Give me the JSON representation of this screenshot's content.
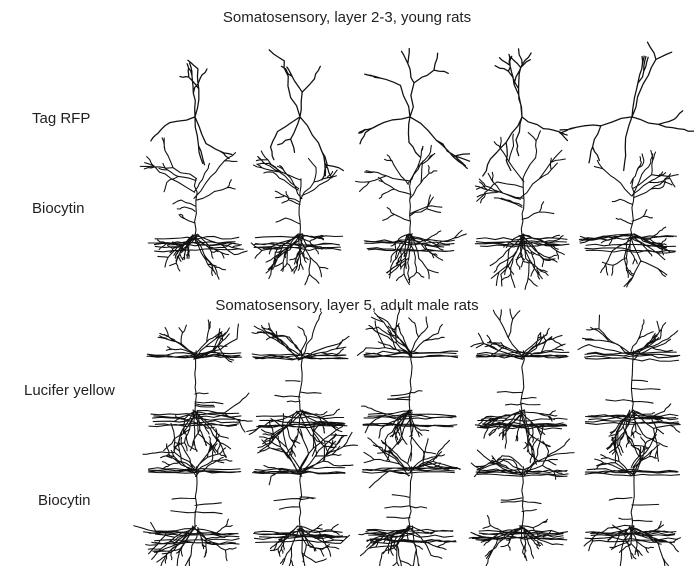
{
  "figure": {
    "sections": [
      {
        "title": "Somatosensory, layer 2-3, young rats",
        "rows": [
          {
            "label": "Tag RFP",
            "style": "sparse",
            "count": 5
          },
          {
            "label": "Biocytin",
            "style": "pyramidal-small",
            "count": 5
          }
        ]
      },
      {
        "title": "Somatosensory, layer 5, adult male rats",
        "rows": [
          {
            "label": "Lucifer yellow",
            "style": "pyramidal-tall",
            "count": 5
          },
          {
            "label": "Biocytin",
            "style": "pyramidal-tall",
            "count": 5
          }
        ]
      }
    ],
    "colors": {
      "ink": "#111111",
      "text": "#231f20",
      "background": "#ffffff"
    }
  }
}
